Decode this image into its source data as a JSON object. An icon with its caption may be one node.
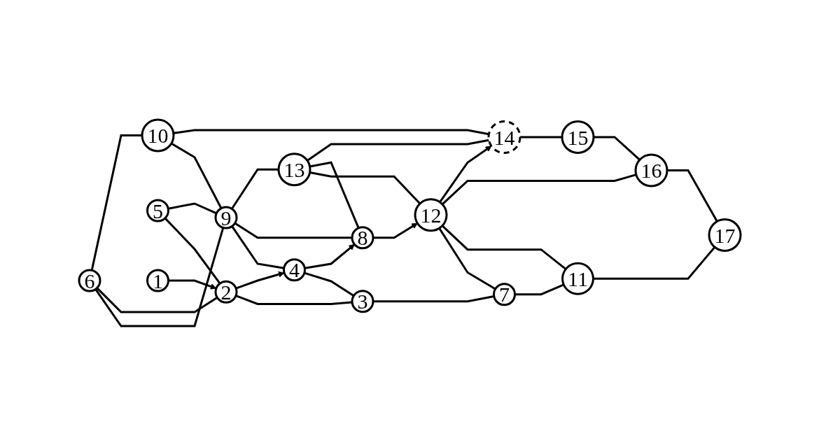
{
  "diagram": {
    "nodes": [
      {
        "text": [
          "6"
        ]
      },
      {
        "text": [
          "10"
        ]
      },
      {
        "text": [
          "14"
        ]
      },
      {
        "text": [
          "15"
        ]
      },
      {
        "text": [
          "5"
        ]
      },
      {
        "text": [
          "9"
        ]
      },
      {
        "text": [
          "13"
        ]
      },
      {
        "text": [
          "1"
        ]
      },
      {
        "text": [
          "2"
        ]
      },
      {
        "text": [
          "4"
        ]
      },
      {
        "text": [
          "8"
        ]
      },
      {
        "text": [
          "12"
        ]
      },
      {
        "text": [
          "16"
        ]
      },
      {
        "text": [
          "3"
        ]
      },
      {
        "text": [
          "7"
        ]
      },
      {
        "text": [
          "11"
        ]
      },
      {
        "text": [
          "17"
        ]
      }
    ],
    "edges": [
      {
        "from": 7,
        "to": 8,
        "arrow": "to"
      },
      {
        "from": 8,
        "to": 9,
        "arrow": "to"
      },
      {
        "from": 9,
        "to": 10,
        "arrow": "to"
      },
      {
        "from": 10,
        "to": 11,
        "arrow": "to"
      },
      {
        "from": 11,
        "to": 2,
        "arrow": "to"
      },
      {
        "from": 0,
        "to": 1,
        "arrow": "none"
      },
      {
        "from": 1,
        "to": 2,
        "arrow": "none"
      },
      {
        "from": 2,
        "to": 3,
        "arrow": "none"
      },
      {
        "from": 0,
        "to": 8,
        "arrow": "none"
      },
      {
        "from": 0,
        "to": 5,
        "arrow": "none"
      },
      {
        "from": 1,
        "to": 5,
        "arrow": "none"
      },
      {
        "from": 4,
        "to": 5,
        "arrow": "none"
      },
      {
        "from": 4,
        "to": 8,
        "arrow": "none"
      },
      {
        "from": 5,
        "to": 6,
        "arrow": "none"
      },
      {
        "from": 5,
        "to": 10,
        "arrow": "none"
      },
      {
        "from": 5,
        "to": 9,
        "arrow": "none"
      },
      {
        "from": 6,
        "to": 2,
        "arrow": "none"
      },
      {
        "from": 6,
        "to": 10,
        "arrow": "none"
      },
      {
        "from": 6,
        "to": 11,
        "arrow": "none"
      },
      {
        "from": 3,
        "to": 12,
        "arrow": "none"
      },
      {
        "from": 11,
        "to": 12,
        "arrow": "none"
      },
      {
        "from": 11,
        "to": 15,
        "arrow": "none"
      },
      {
        "from": 11,
        "to": 14,
        "arrow": "none"
      },
      {
        "from": 12,
        "to": 16,
        "arrow": "none"
      },
      {
        "from": 8,
        "to": 13,
        "arrow": "none"
      },
      {
        "from": 9,
        "to": 13,
        "arrow": "none"
      },
      {
        "from": 13,
        "to": 14,
        "arrow": "none"
      },
      {
        "from": 14,
        "to": 15,
        "arrow": "none"
      },
      {
        "from": 15,
        "to": 16,
        "arrow": "none"
      }
    ]
  }
}
